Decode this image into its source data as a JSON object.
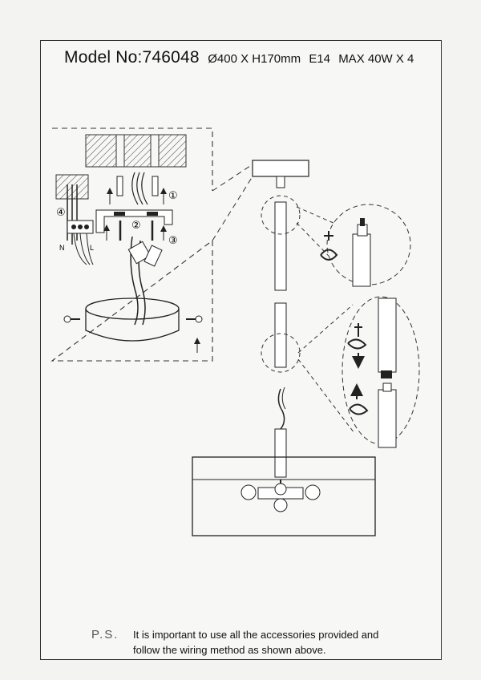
{
  "header": {
    "model": "Model No:746048",
    "dimensions": "Ø400 X H170mm",
    "socket": "E14",
    "wattage": "MAX 40W X 4"
  },
  "steps": {
    "one": "①",
    "two": "②",
    "three": "③",
    "four": "④"
  },
  "wiring": {
    "neutral": "N",
    "live": "L"
  },
  "notes": {
    "ps_label": "P.S.",
    "line1": "It is important to use all the accessories provided and",
    "line2": "follow the wiring method as shown above."
  }
}
